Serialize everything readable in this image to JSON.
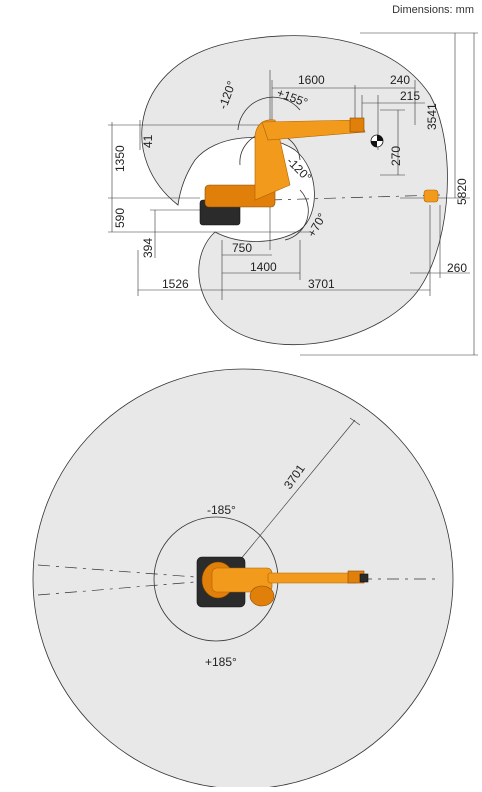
{
  "header": {
    "units_label": "Dimensions: mm"
  },
  "side_view": {
    "dimensions": {
      "d1600": "1600",
      "d240": "240",
      "d215": "215",
      "d3541": "3541",
      "d41": "41",
      "d1350": "1350",
      "d270": "270",
      "d5820": "5820",
      "d590": "590",
      "d394": "394",
      "d750": "750",
      "d1400": "1400",
      "d260": "260",
      "d1526": "1526",
      "d3701": "3701"
    },
    "angles": {
      "a1": "-120°",
      "a2": "+155°",
      "a3": "-120°",
      "a4": "+70°"
    }
  },
  "top_view": {
    "radius": "3701",
    "angle_minus": "-185°",
    "angle_plus": "+185°"
  },
  "colors": {
    "robot_orange": "#f29a1c",
    "envelope_gray": "#e8e8e8"
  }
}
